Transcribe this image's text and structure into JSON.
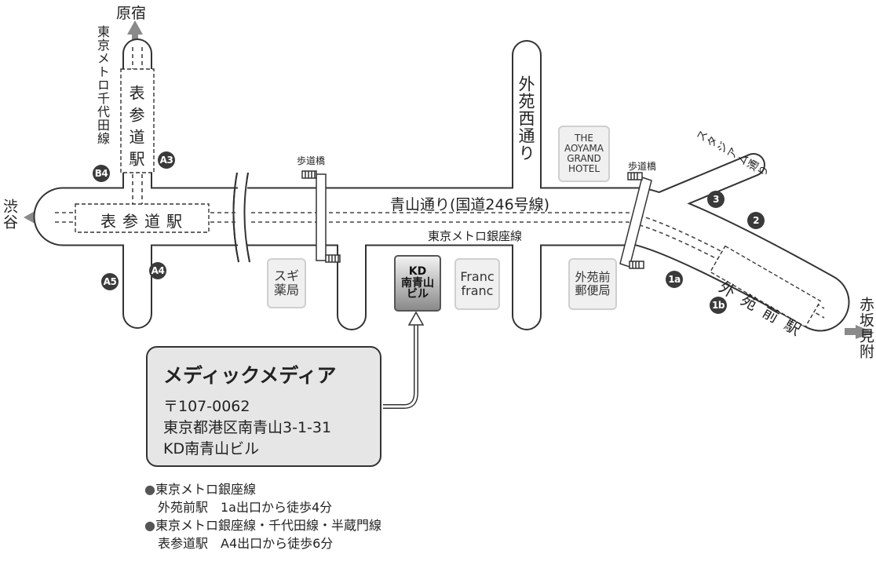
{
  "directions": {
    "harajuku": "原宿",
    "shibuya": "渋谷",
    "akasaka_mitsuke": "赤坂見附"
  },
  "streets": {
    "aoyama_dori": "青山通り(国道246号線)",
    "gaien_nishi_dori": "外苑西通り",
    "stadium_dori": "スタジアム通り"
  },
  "rail_lines": {
    "chiyoda_line": "東京メトロ千代田線",
    "ginza_line": "東京メトロ銀座線"
  },
  "stations": {
    "omotesando_vertical": "表参道駅",
    "omotesando_horizontal": "表参道駅",
    "gaienmae": "外苑前駅"
  },
  "footbridges": {
    "label_1": "歩道橋",
    "label_2": "歩道橋"
  },
  "exits": {
    "b4": "B4",
    "a3": "A3",
    "a4": "A4",
    "a5": "A5",
    "e3": "3",
    "e2": "2",
    "e1a": "1a",
    "e1b": "1b"
  },
  "buildings": {
    "sugi_line1": "スギ",
    "sugi_line2": "薬局",
    "franc_line1": "Franc",
    "franc_line2": "franc",
    "post_line1": "外苑前",
    "post_line2": "郵便局",
    "hotel_line1": "THE",
    "hotel_line2": "AOYAMA",
    "hotel_line3": "GRAND",
    "hotel_line4": "HOTEL",
    "kd_line1": "KD",
    "kd_line2": "南青山",
    "kd_line3": "ビル"
  },
  "company": {
    "name": "メディックメディア",
    "postal": "〒107-0062",
    "address": "東京都港区南青山3-1-31",
    "building": "KD南青山ビル"
  },
  "access": [
    {
      "line": "東京メトロ銀座線",
      "detail": "外苑前駅　1a出口から徒歩4分"
    },
    {
      "line": "東京メトロ銀座線・千代田線・半蔵門線",
      "detail": "表参道駅　A4出口から徒歩6分"
    }
  ],
  "colors": {
    "road_fill": "#ffffff",
    "road_outline": "#333333",
    "arrow_gray": "#8a8a8a",
    "exit_badge": "#3a3a3a",
    "card_bg": "#e6e6e6"
  }
}
